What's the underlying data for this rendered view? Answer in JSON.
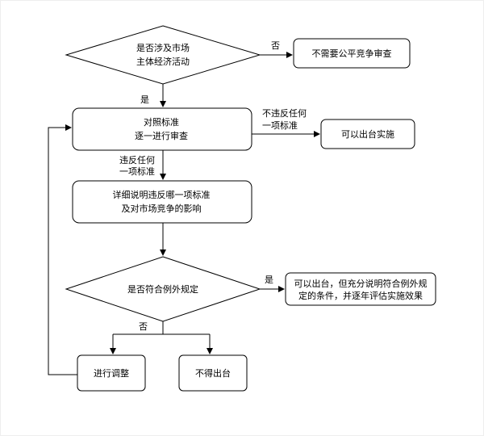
{
  "nodes": {
    "decision_market": {
      "line1": "是否涉及市场",
      "line2": "主体经济活动"
    },
    "no_review": {
      "text": "不需要公平竞争审查"
    },
    "compare_standard": {
      "line1": "对照标准",
      "line2": "逐一进行审查"
    },
    "can_implement": {
      "text": "可以出台实施"
    },
    "explain_violation": {
      "line1": "详细说明违反哪一项标准",
      "line2": "及对市场竞争的影响"
    },
    "decision_exception": {
      "text": "是否符合例外规定"
    },
    "exception_allowed": {
      "line1": "可以出台，但充分说明符合例外规",
      "line2": "定的条件，并逐年评估实施效果"
    },
    "adjust": {
      "text": "进行调整"
    },
    "cannot_issue": {
      "text": "不得出台"
    }
  },
  "edge_labels": {
    "no_1": "否",
    "yes_1": "是",
    "not_violate_1": "不违反任何",
    "not_violate_2": "一项标准",
    "violate_1": "违反任何",
    "violate_2": "一项标准",
    "yes_2": "是",
    "no_2": "否"
  }
}
